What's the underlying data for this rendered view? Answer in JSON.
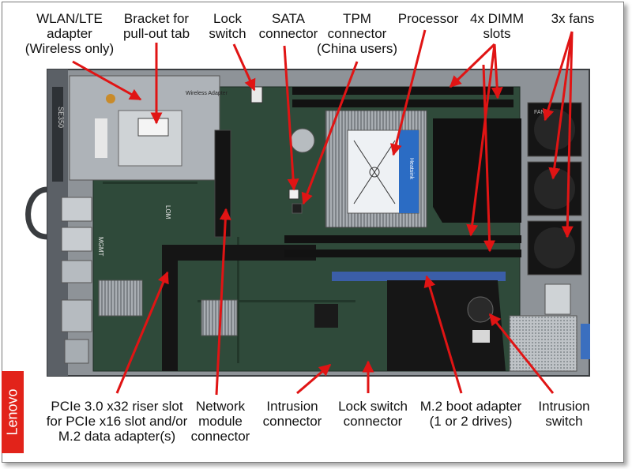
{
  "labels": {
    "wlan": "WLAN/LTE\nadapter\n(Wireless only)",
    "bracket": "Bracket for\npull-out tab",
    "lock_switch": "Lock\nswitch",
    "sata": "SATA\nconnector",
    "tpm": "TPM\nconnector\n(China users)",
    "processor": "Processor",
    "dimm": "4x DIMM\nslots",
    "fans": "3x fans",
    "pcie": "PCIe 3.0 x32 riser slot\nfor PCIe x16 slot and/or\nM.2 data adapter(s)",
    "network": "Network\nmodule\nconnector",
    "intrusion_conn": "Intrusion\nconnector",
    "lock_conn": "Lock switch\nconnector",
    "m2": "M.2 boot adapter\n(1 or 2 drives)",
    "intrusion_switch": "Intrusion\nswitch"
  },
  "board_text": {
    "side": "SE350",
    "wireless": "Wireless Adapter",
    "heatsink": "Heatsink",
    "fan": "FAN",
    "lom": "LOM",
    "mgmt": "MGMT"
  },
  "brand": "Lenovo",
  "colors": {
    "arrow": "#e01414",
    "brand": "#e2231a",
    "board": "#2f4a3a",
    "heatsink": "#9aa0a6"
  }
}
